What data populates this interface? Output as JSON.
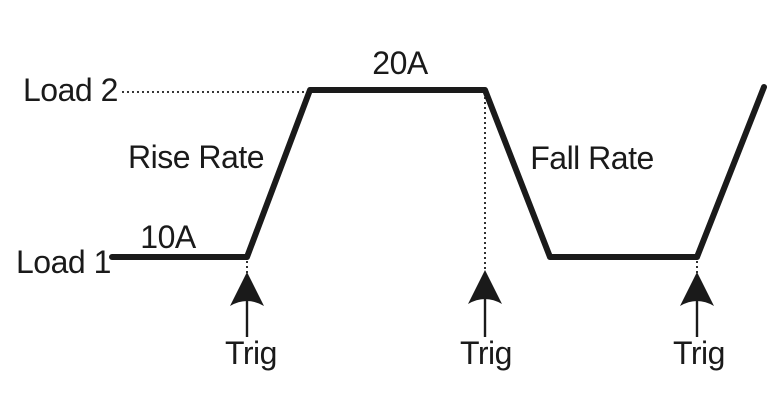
{
  "diagram": {
    "description": "Electronic load transient trigger waveform diagram",
    "background_color": "#ffffff",
    "line_color": "#1a1a1a",
    "load_levels": [
      {
        "label": "Load 1",
        "value": "10A"
      },
      {
        "label": "Load 2",
        "value": "20A"
      }
    ],
    "rate_labels": {
      "rise": "Rise Rate",
      "fall": "Fall Rate"
    },
    "triggers": [
      {
        "label": "Trig"
      },
      {
        "label": "Trig"
      },
      {
        "label": "Trig"
      }
    ],
    "icons": {
      "trigger_arrow": "up-arrow-icon"
    }
  }
}
